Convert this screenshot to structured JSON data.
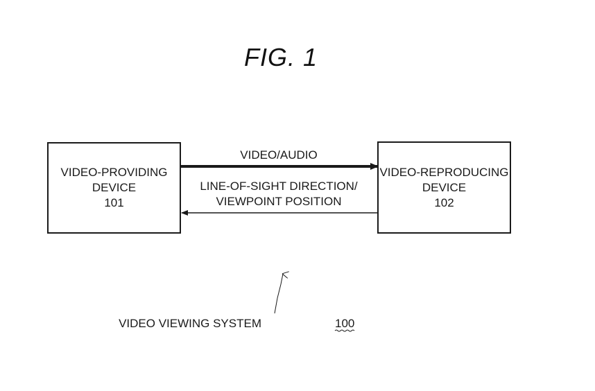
{
  "figure": {
    "title": "FIG. 1"
  },
  "devices": {
    "provider": {
      "line1": "VIDEO-PROVIDING",
      "line2": "DEVICE",
      "ref": "101"
    },
    "reproducer": {
      "line1": "VIDEO-REPRODUCING",
      "line2": "DEVICE",
      "ref": "102"
    }
  },
  "links": {
    "forward": "VIDEO/AUDIO",
    "backward_line1": "LINE-OF-SIGHT DIRECTION/",
    "backward_line2": "VIEWPOINT POSITION"
  },
  "system": {
    "label": "VIDEO VIEWING SYSTEM",
    "ref": "100"
  },
  "colors": {
    "ink": "#1a1a1a",
    "background": "#ffffff"
  }
}
